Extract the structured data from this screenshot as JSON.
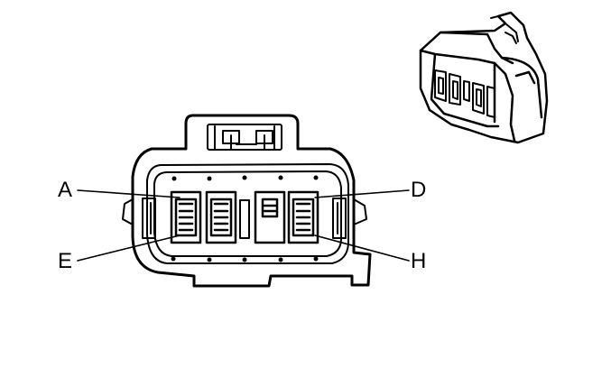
{
  "pins": {
    "a": "A",
    "d": "D",
    "e": "E",
    "h": "H"
  },
  "colors": {
    "ink": "#000000",
    "background": "#ffffff",
    "face_fill": "#ffffff"
  }
}
